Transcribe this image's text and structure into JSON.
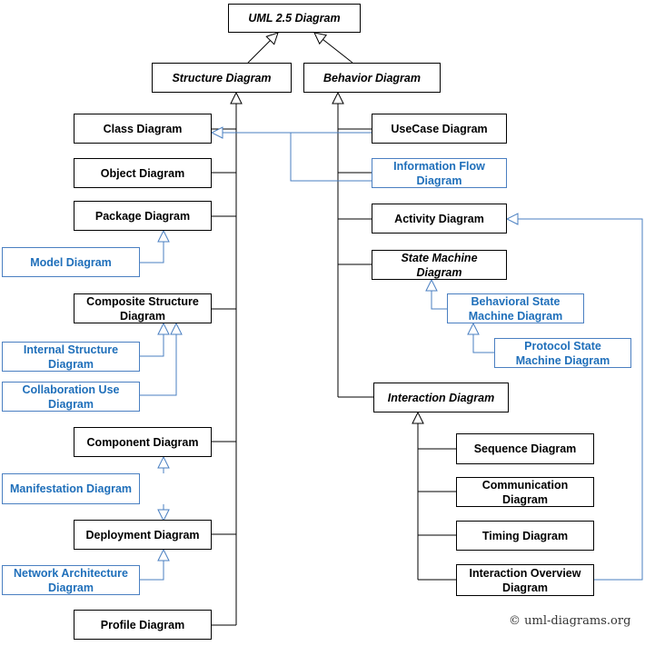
{
  "diagram": {
    "root": "UML 2.5 Diagram",
    "structure": "Structure Diagram",
    "behavior": "Behavior Diagram",
    "class": "Class Diagram",
    "object": "Object Diagram",
    "package": "Package Diagram",
    "model": "Model Diagram",
    "composite": "Composite Structure Diagram",
    "internal_structure": "Internal Structure Diagram",
    "collaboration_use": "Collaboration Use Diagram",
    "component": "Component Diagram",
    "manifestation": "Manifestation Diagram",
    "deployment": "Deployment Diagram",
    "network_architecture": "Network Architecture Diagram",
    "profile": "Profile Diagram",
    "usecase": "UseCase Diagram",
    "information_flow": "Information Flow Diagram",
    "activity": "Activity Diagram",
    "state_machine": "State Machine Diagram",
    "behavioral_state_machine": "Behavioral State Machine Diagram",
    "protocol_state_machine": "Protocol State Machine Diagram",
    "interaction": "Interaction Diagram",
    "sequence": "Sequence Diagram",
    "communication": "Communication Diagram",
    "timing": "Timing Diagram",
    "interaction_overview": "Interaction Overview Diagram"
  },
  "colors": {
    "standard_line": "#000000",
    "extension_line": "#4a7fc1",
    "extension_text": "#1f6fba"
  },
  "footer": {
    "copyright": "© uml-diagrams.org"
  }
}
